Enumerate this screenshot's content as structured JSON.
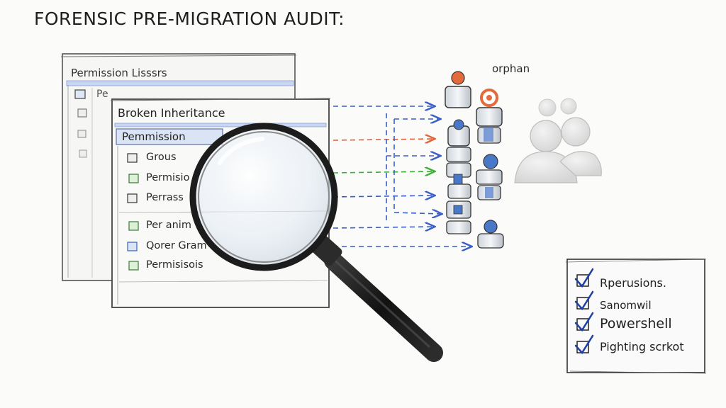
{
  "title": "FORENSIC PRE-MIGRATION AUDIT:",
  "back_window": {
    "title": "Permission Lisssrs",
    "row_partial": "Pe"
  },
  "front_window": {
    "title": "Broken Inheritance",
    "header": "Pemmission",
    "rows": [
      {
        "label": "Grous",
        "icon": "group-icon"
      },
      {
        "label": "Permisio",
        "icon": "permission-icon"
      },
      {
        "label": "Perrass",
        "icon": "permission-icon"
      },
      {
        "label": "Per anim",
        "icon": "permission-icon"
      },
      {
        "label": "Qorer Gram",
        "icon": "edit-icon"
      },
      {
        "label": "Permisisois",
        "icon": "permission-icon"
      }
    ]
  },
  "orphan_label": "orphan",
  "checklist": [
    {
      "label": "Rperusions.",
      "checked": true
    },
    {
      "label": "Sanomwil",
      "checked": true
    },
    {
      "label": "Powershell",
      "checked": true
    },
    {
      "label": "Pighting scrkot",
      "checked": true
    }
  ],
  "colors": {
    "arrow_blue": "#3b5fc4",
    "arrow_orange": "#e0623a",
    "arrow_green": "#3fae3a",
    "window_highlight": "#c9d6f2",
    "user_blue": "#4a78c8",
    "user_orange": "#e46a3c"
  }
}
